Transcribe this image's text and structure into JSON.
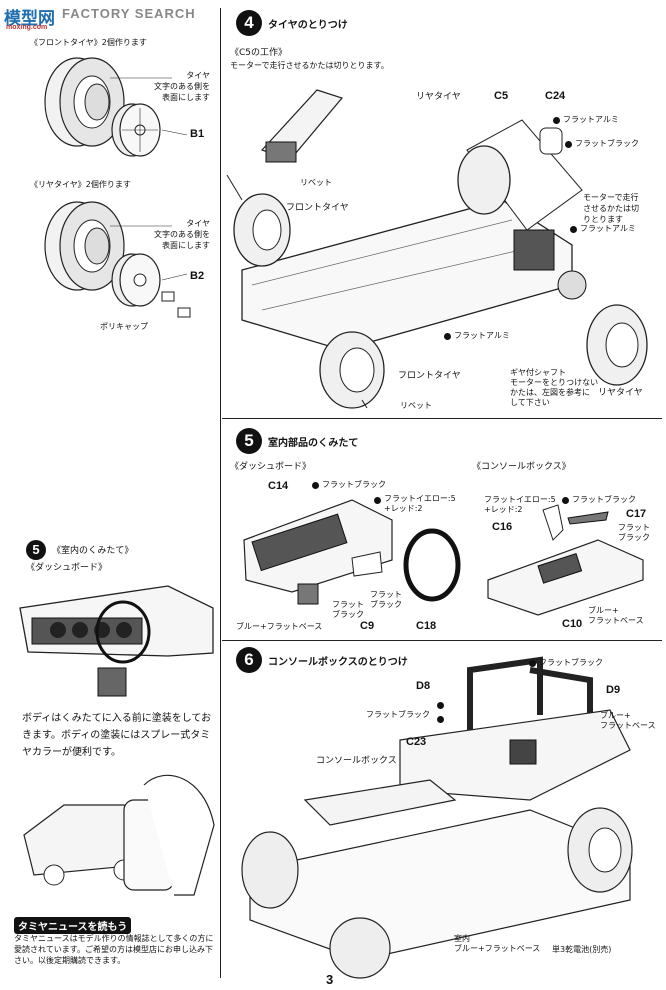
{
  "watermark": {
    "logo": "模型网",
    "title": "FACTORY SEARCH",
    "url": "moxing.com"
  },
  "page_number": "3",
  "left_top": {
    "heading_partial": "《フロントタイヤ》",
    "front_tire_title": "《フロントタイヤ》2個作ります",
    "front_note": "タイヤ\n文字のある側を\n表面にします",
    "front_part": "B1",
    "rear_tire_title": "《リヤタイヤ》2個作ります",
    "rear_note": "タイヤ\n文字のある側を\n表面にします",
    "rear_part": "B2",
    "cap_label": "ポリキャップ"
  },
  "step4": {
    "number": "4",
    "title": "タイヤのとりつけ",
    "c5_work_title": "《C5の工作》",
    "c5_work_note": "モーターで走行させるかたは切りとります。",
    "rear_tire": "リヤタイヤ",
    "c5": "C5",
    "c24": "C24",
    "flat_alumi": "フラットアルミ",
    "flat_black": "フラットブラック",
    "rivet": "リベット",
    "front_tire": "フロントタイヤ",
    "motor_note": "モーターで走行\nさせるかたは切\nりとります",
    "flat_alumi2": "フラットアルミ",
    "flat_alumi3": "フラットアルミ",
    "front_tire2": "フロントタイヤ",
    "gear_note": "ギヤ付シャフト\nモーターをとりつけない\nかたは、左図を参考に\nして下さい",
    "rear_tire2": "リヤタイヤ",
    "rivet2": "リベット"
  },
  "step5": {
    "number": "5",
    "title": "室内部品のくみたて",
    "dashboard": "《ダッシュボード》",
    "console": "《コンソールボックス》",
    "c14": "C14",
    "flat_black": "フラットブラック",
    "flat_yellow": "フラットイエロー:5\n+レッド:2",
    "flat_black2": "フラット\nブラック",
    "flat_black3": "フラット\nブラック",
    "blue_base": "ブルー+フラットベース",
    "c9": "C9",
    "c18": "C18",
    "flat_yellow2": "フラットイエロー:5\n+レッド:2",
    "flat_black4": "フラットブラック",
    "c16": "C16",
    "c17": "C17",
    "flat_black5": "フラット\nブラック",
    "blue_base2": "ブルー+\nフラットベース",
    "c10": "C10"
  },
  "left_step5": {
    "number": "5",
    "title": "《室内のくみたて》",
    "dashboard": "《ダッシュボード》",
    "paint_note": "ボディはくみたてに入る前に塗装をしておきます。ボディの塗装にはスプレー式タミヤカラーが便利です。",
    "news_title": "タミヤニュースを読もう",
    "news_body": "タミヤニュースはモデル作りの情報誌として多くの方に愛読されています。ご希望の方は模型店にお申し込み下さい。以後定期購読できます。"
  },
  "step6": {
    "number": "6",
    "title": "コンソールボックスのとりつけ",
    "flat_black": "フラットブラック",
    "d8": "D8",
    "d9": "D9",
    "flat_black2": "フラットブラック",
    "blue_base": "ブルー+\nフラットベース",
    "c23": "C23",
    "console": "コンソールボックス",
    "interior": "室内\nブルー+フラットベース",
    "battery": "単3乾電池(別売)"
  }
}
